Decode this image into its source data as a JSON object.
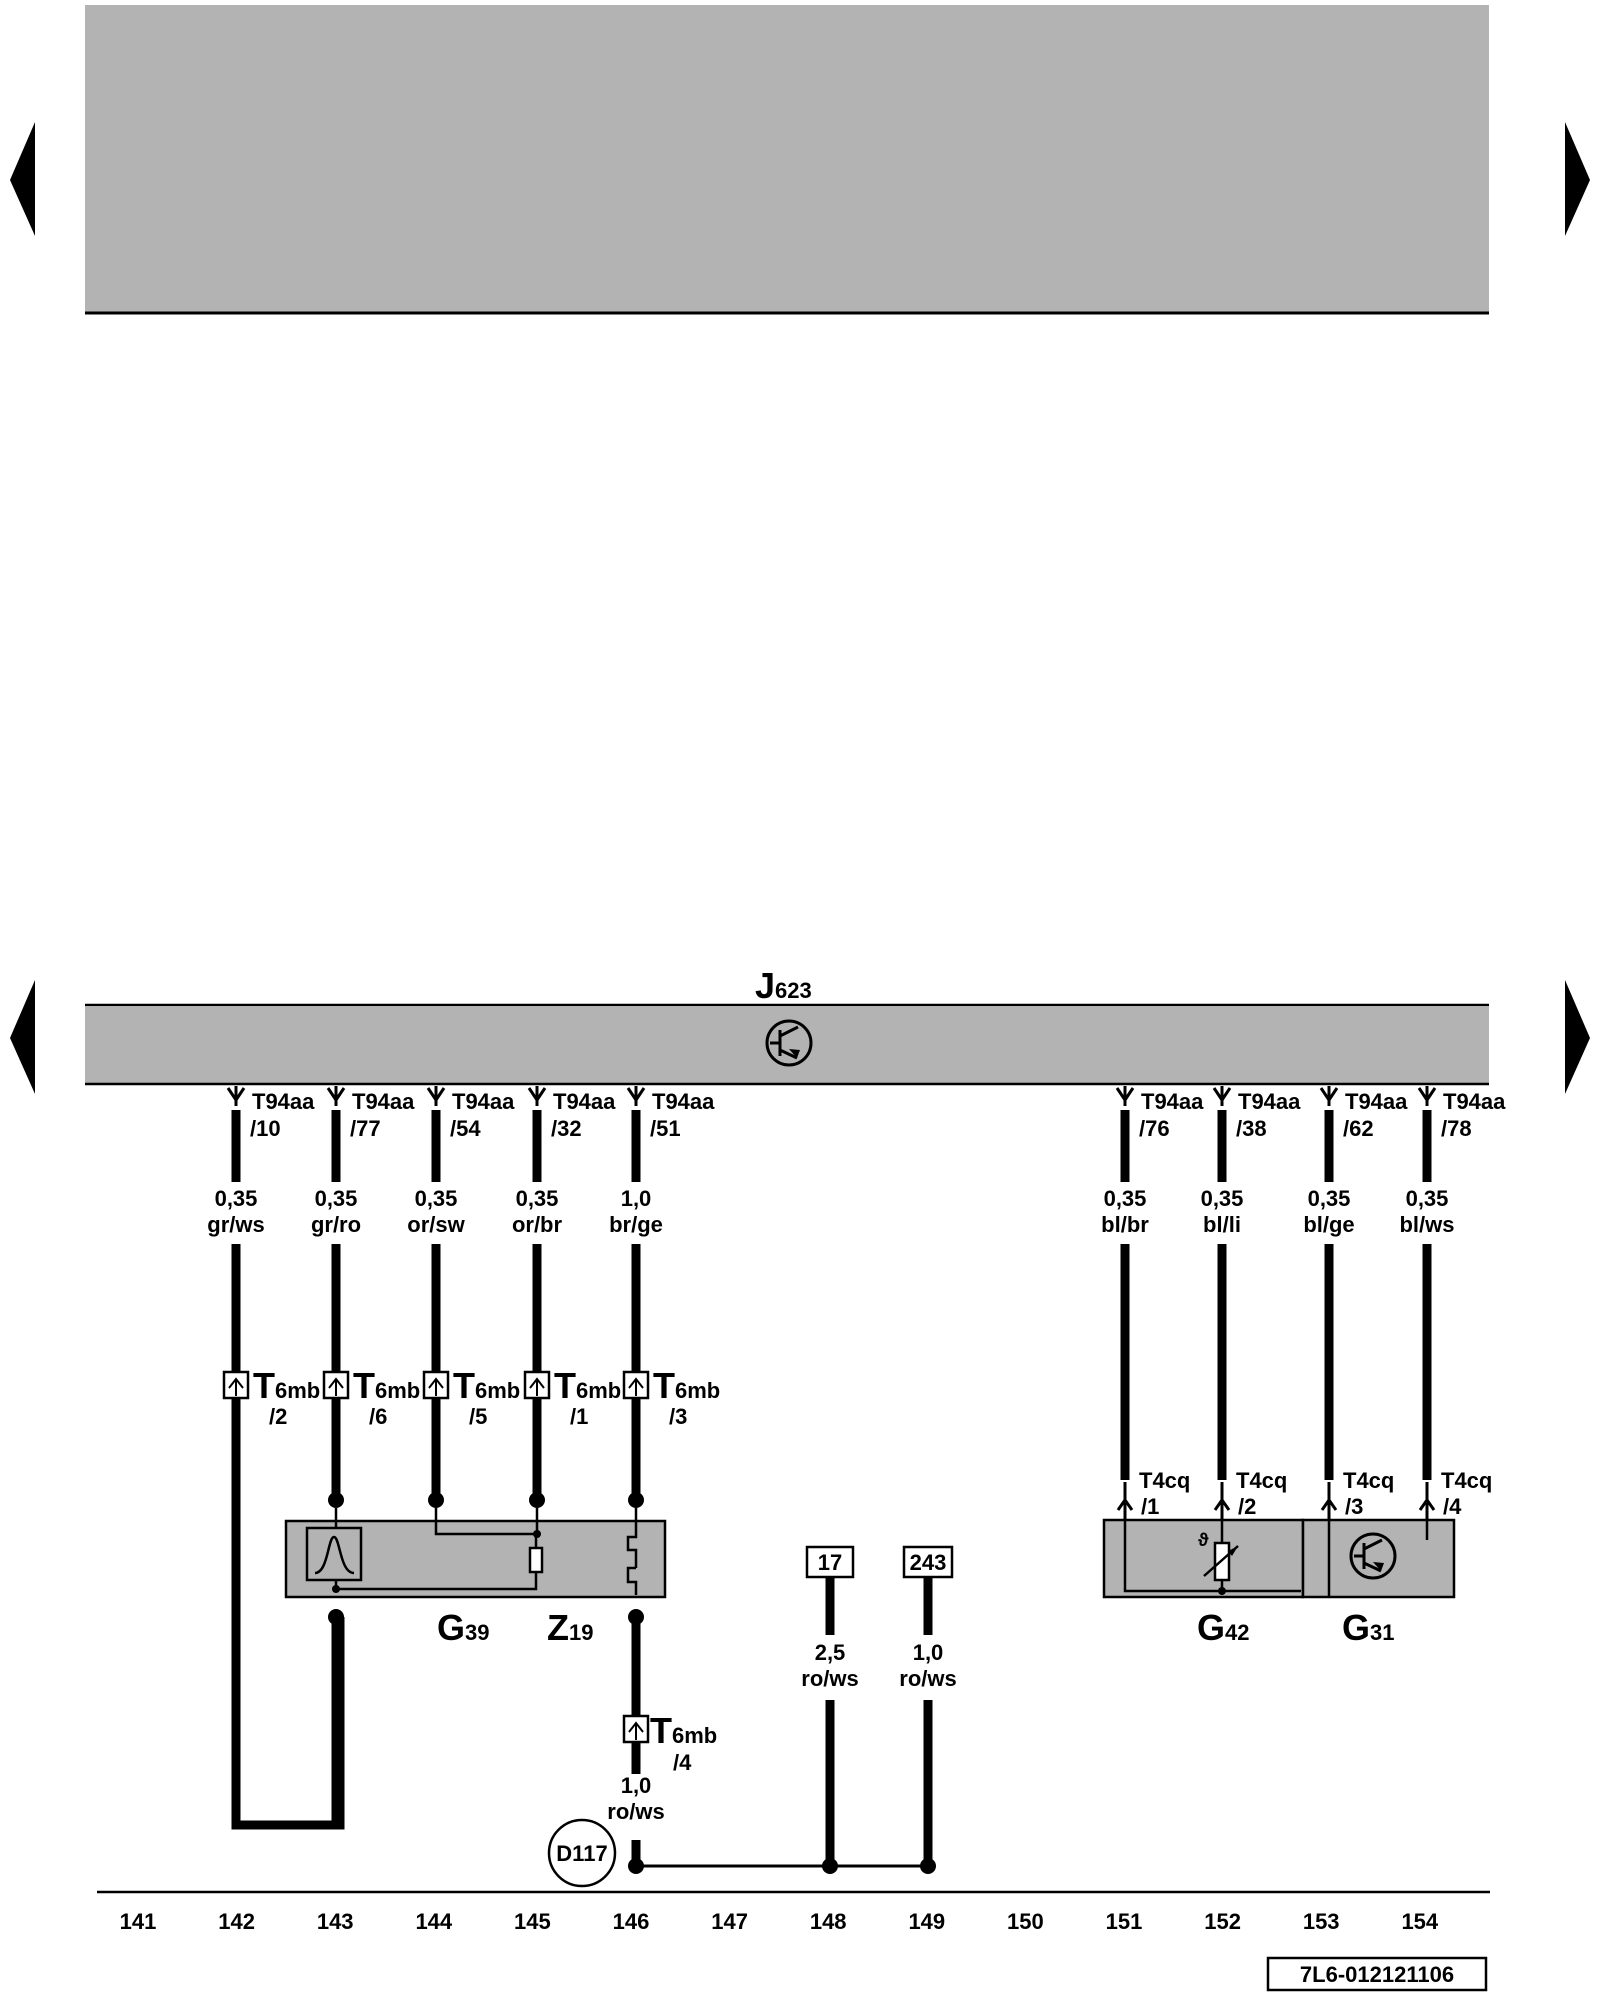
{
  "components": {
    "J623": {
      "letter": "J",
      "num": "623"
    },
    "G39": {
      "letter": "G",
      "num": "39"
    },
    "Z19": {
      "letter": "Z",
      "num": "19"
    },
    "G42": {
      "letter": "G",
      "num": "42"
    },
    "G31": {
      "letter": "G",
      "num": "31"
    }
  },
  "t94": [
    {
      "name": "T94aa",
      "pin": "/10",
      "size": "0,35",
      "color": "gr/ws"
    },
    {
      "name": "T94aa",
      "pin": "/77",
      "size": "0,35",
      "color": "gr/ro"
    },
    {
      "name": "T94aa",
      "pin": "/54",
      "size": "0,35",
      "color": "or/sw"
    },
    {
      "name": "T94aa",
      "pin": "/32",
      "size": "0,35",
      "color": "or/br"
    },
    {
      "name": "T94aa",
      "pin": "/51",
      "size": "1,0",
      "color": "br/ge"
    },
    {
      "name": "T94aa",
      "pin": "/76",
      "size": "0,35",
      "color": "bl/br"
    },
    {
      "name": "T94aa",
      "pin": "/38",
      "size": "0,35",
      "color": "bl/li"
    },
    {
      "name": "T94aa",
      "pin": "/62",
      "size": "0,35",
      "color": "bl/ge"
    },
    {
      "name": "T94aa",
      "pin": "/78",
      "size": "0,35",
      "color": "bl/ws"
    }
  ],
  "t6": [
    {
      "T": "T",
      "sub": "6mb",
      "pin": "/2"
    },
    {
      "T": "T",
      "sub": "6mb",
      "pin": "/6"
    },
    {
      "T": "T",
      "sub": "6mb",
      "pin": "/5"
    },
    {
      "T": "T",
      "sub": "6mb",
      "pin": "/1"
    },
    {
      "T": "T",
      "sub": "6mb",
      "pin": "/3"
    }
  ],
  "t6b": {
    "T": "T",
    "sub": "6mb",
    "pin": "/4",
    "size": "1,0",
    "color": "ro/ws"
  },
  "t4": [
    {
      "name": "T4cq",
      "pin": "/1"
    },
    {
      "name": "T4cq",
      "pin": "/2"
    },
    {
      "name": "T4cq",
      "pin": "/3"
    },
    {
      "name": "T4cq",
      "pin": "/4"
    }
  ],
  "refs": [
    {
      "num": "17",
      "size": "2,5",
      "color": "ro/ws"
    },
    {
      "num": "243",
      "size": "1,0",
      "color": "ro/ws"
    }
  ],
  "ground": "D117",
  "grid": [
    "141",
    "142",
    "143",
    "144",
    "145",
    "146",
    "147",
    "148",
    "149",
    "150",
    "151",
    "152",
    "153",
    "154"
  ],
  "doc_id": "7L6-012121106"
}
